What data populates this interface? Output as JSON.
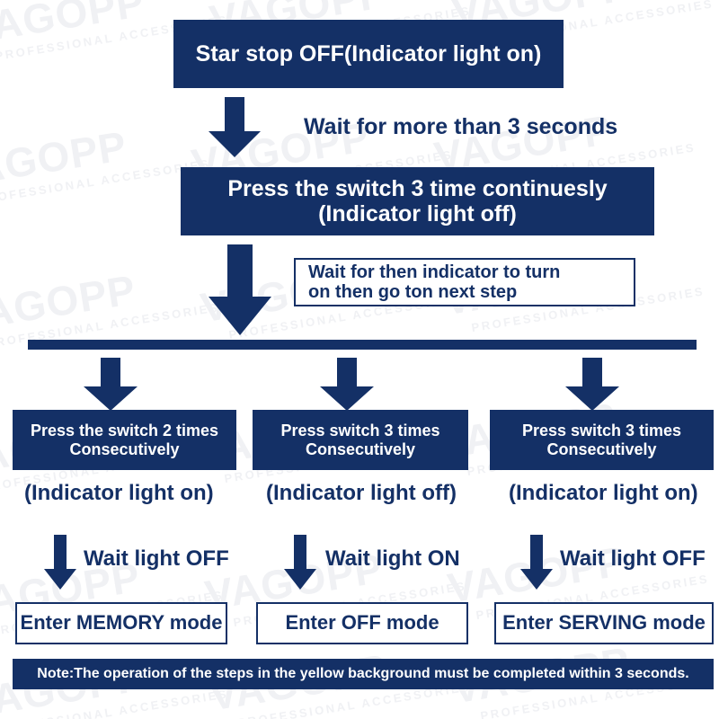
{
  "colors": {
    "primary": "#143066",
    "box_text": "#ffffff",
    "outline_text": "#143066",
    "background": "#ffffff",
    "watermark": "#f0f1f4"
  },
  "watermark": {
    "main": "VAGOPP",
    "sub": "PROFESSIONAL ACCESSORIES"
  },
  "flow": {
    "start": {
      "label": "Star stop OFF(Indicator light on)"
    },
    "wait_3_seconds": {
      "label": "Wait for more than 3 seconds"
    },
    "press_switch_3": {
      "line1": "Press the switch 3 time continuesly",
      "line2": "(Indicator light off)"
    },
    "wait_indicator": {
      "line1": "Wait for then indicator to turn",
      "line2": "on then go ton next step"
    },
    "branches": [
      {
        "action_line1": "Press the switch 2 times",
        "action_line2": "Consecutively",
        "indicator": "(Indicator light on)",
        "wait": "Wait light OFF",
        "result": "Enter MEMORY mode"
      },
      {
        "action_line1": "Press switch 3 times",
        "action_line2": "Consecutively",
        "indicator": "(Indicator light off)",
        "wait": "Wait light ON",
        "result": "Enter OFF mode"
      },
      {
        "action_line1": "Press switch 3 times",
        "action_line2": "Consecutively",
        "indicator": "(Indicator light on)",
        "wait": "Wait light OFF",
        "result": "Enter SERVING mode"
      }
    ],
    "note": "Note:The operation of the steps in the yellow background must be completed within 3 seconds."
  }
}
